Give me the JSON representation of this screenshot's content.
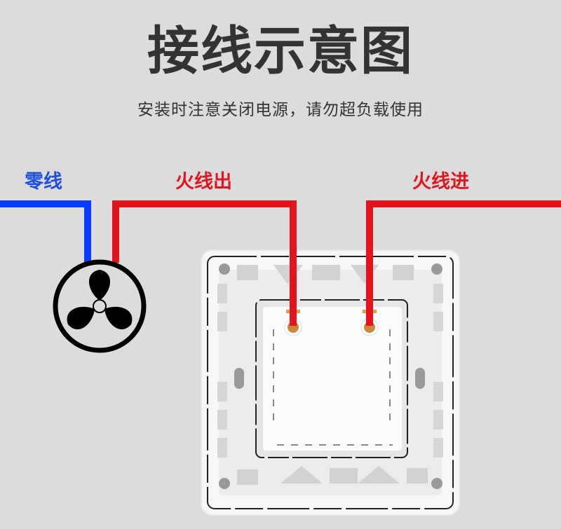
{
  "title": "接线示意图",
  "subtitle": "安装时注意关闭电源，请勿超负载使用",
  "labels": {
    "neutral": "零线",
    "live_out": "火线出",
    "live_in": "火线进"
  },
  "colors": {
    "background": "#dcdcdc",
    "neutral_wire": "#0a3cff",
    "live_wire": "#e3141c",
    "text": "#333333"
  },
  "components": {
    "fan": "fan-icon",
    "switch": "wall-switch-back-panel"
  }
}
